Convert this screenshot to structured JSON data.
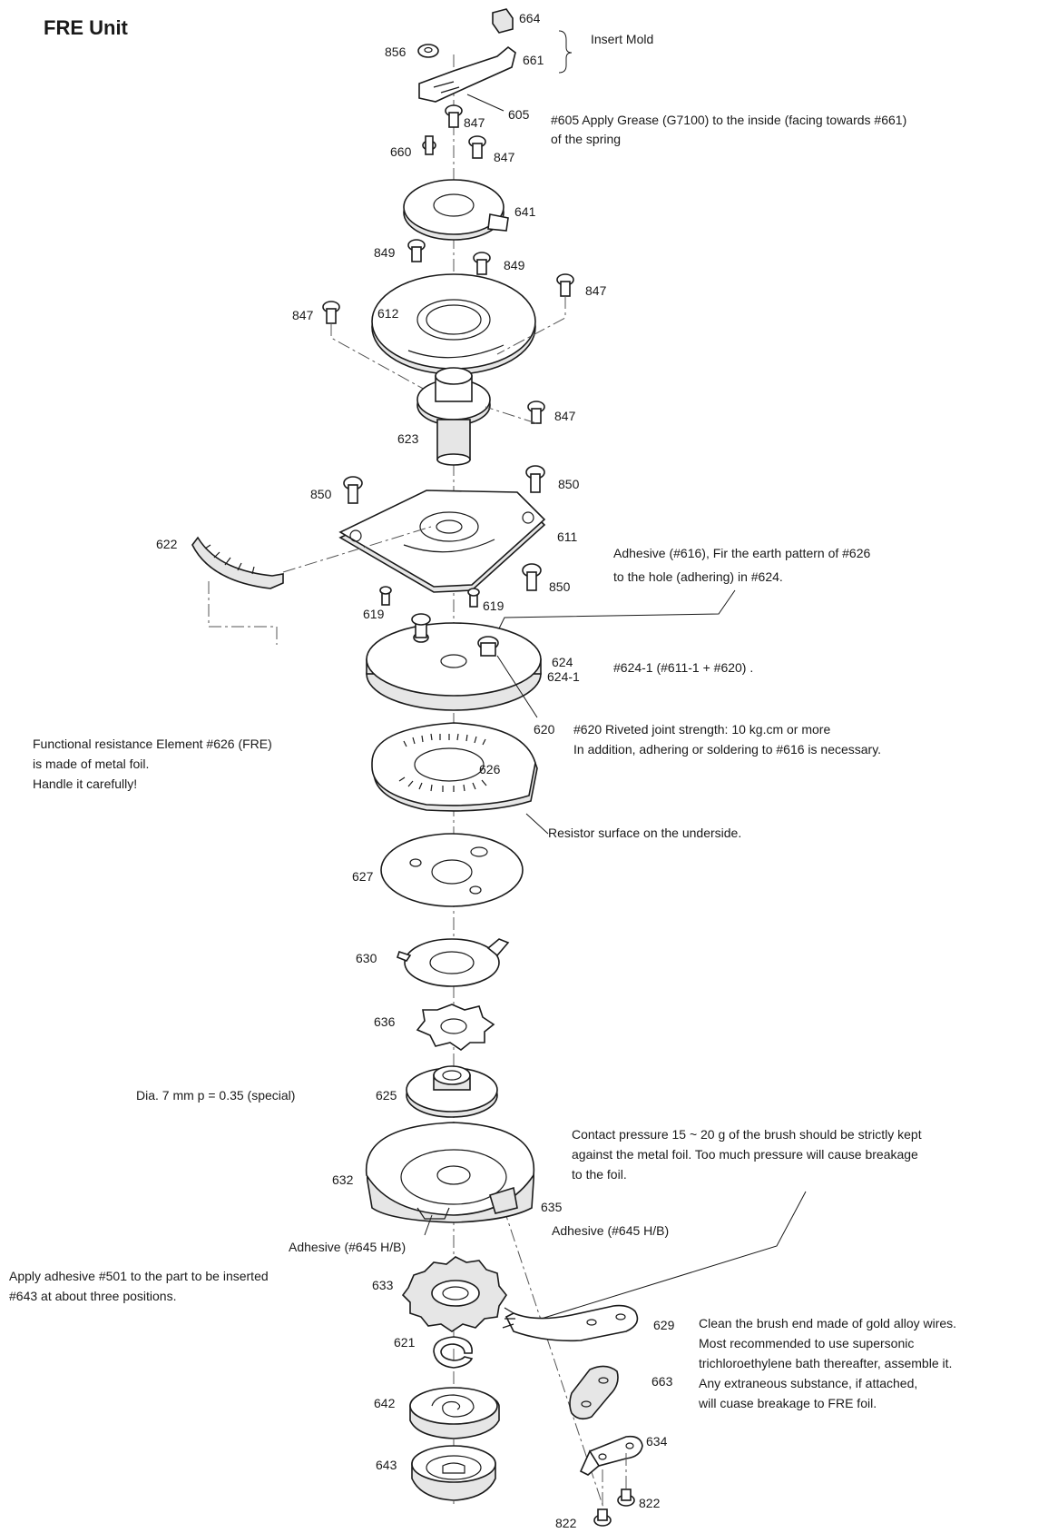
{
  "title": "FRE Unit",
  "part_labels": {
    "p664": "664",
    "p661": "661",
    "p856": "856",
    "p605": "605",
    "p847a": "847",
    "p660": "660",
    "p847b": "847",
    "p641": "641",
    "p849a": "849",
    "p849b": "849",
    "p847c": "847",
    "p847d": "847",
    "p612": "612",
    "p847e": "847",
    "p623": "623",
    "p850a": "850",
    "p850b": "850",
    "p611": "611",
    "p622": "622",
    "p850c": "850",
    "p619a": "619",
    "p619b": "619",
    "p624": "624",
    "p624_1": "624-1",
    "p620": "620",
    "p626": "626",
    "p627": "627",
    "p630": "630",
    "p636": "636",
    "p625": "625",
    "p632": "632",
    "p635": "635",
    "p633": "633",
    "p621": "621",
    "p642": "642",
    "p643": "643",
    "p629": "629",
    "p663": "663",
    "p634": "634",
    "p822a": "822",
    "p822b": "822"
  },
  "annotations": {
    "insert_mold": "Insert Mold",
    "grease_1": "#605 Apply Grease (G7100) to the inside (facing towards #661)",
    "grease_2": "of the spring",
    "adhesive_616_1": "Adhesive (#616), Fir the earth pattern of #626",
    "adhesive_616_2": "to the hole (adhering) in #624.",
    "p624_1_note": "#624-1 (#611-1 + #620) .",
    "rivet_1": "#620 Riveted joint strength:  10 kg.cm or more",
    "rivet_2": "In addition, adhering or soldering to #616 is necessary.",
    "fre_1": "Functional resistance Element #626 (FRE)",
    "fre_2": "is made of metal foil.",
    "fre_3": "Handle it carefully!",
    "resistor_surface": "Resistor surface on the underside.",
    "dia": "Dia. 7 mm p = 0.35 (special)",
    "contact_1": "Contact pressure 15 ~ 20 g of the brush should be strictly kept",
    "contact_2": "against the metal foil.  Too much pressure will cause breakage",
    "contact_3": "to the foil.",
    "adhesive_645_left": "Adhesive (#645 H/B)",
    "adhesive_645_right": "Adhesive (#645 H/B)",
    "apply_501_1": "Apply adhesive #501 to the part to be inserted",
    "apply_501_2": "#643 at about three positions.",
    "clean_1": "Clean the brush end made of gold alloy wires.",
    "clean_2": "Most recommended to use supersonic",
    "clean_3": "trichloroethylene bath thereafter, assemble it.",
    "clean_4": "Any extraneous substance, if attached,",
    "clean_5": "will cuase breakage to FRE foil."
  }
}
